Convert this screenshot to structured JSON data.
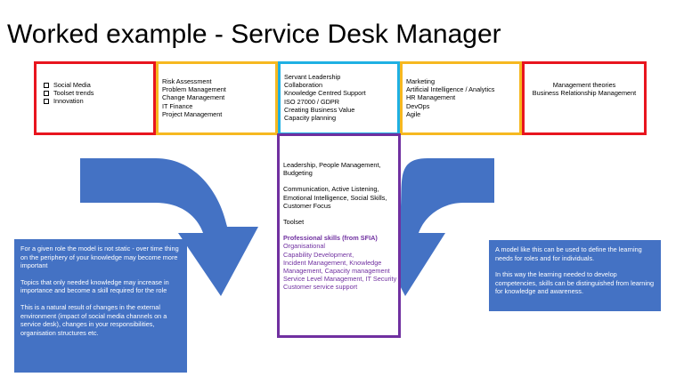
{
  "title": "Worked example - Service Desk Manager",
  "boxes": {
    "red_left": {
      "items": [
        "Social Media",
        "Toolset trends",
        "Innovation"
      ],
      "color": "#e8151e"
    },
    "yellow_left": {
      "items": [
        "Risk Assessment",
        "Problem Management",
        "Change Management",
        "IT Finance",
        "Project Management"
      ],
      "color": "#f6b820"
    },
    "blue_center": {
      "items": [
        "Servant Leadership",
        "Collaboration",
        "Knowledge Centred Support",
        "ISO 27000 / GDPR",
        "Creating Business Value",
        "Capacity planning"
      ],
      "color": "#1fb0e3"
    },
    "yellow_right": {
      "items": [
        "Marketing",
        "Artificial Intelligence / Analytics",
        "HR Management",
        "DevOps",
        "Agile"
      ],
      "color": "#f6b820"
    },
    "red_right": {
      "items": [
        "Management theories",
        "Business Relationship Management"
      ],
      "color": "#e8151e"
    },
    "purple_center": {
      "color": "#7030a0",
      "para1": "Leadership, People Management, Budgeting",
      "para2": "Communication, Active Listening, Emotional Intelligence, Social Skills, Customer Focus",
      "para3": "Toolset",
      "skills_heading": "Professional skills (from SFIA)",
      "skills": [
        "Organisational",
        "Capability Development,",
        "Incident Management, Knowledge Management, Capacity management",
        "Service Level Management, IT Security",
        "Customer service support"
      ]
    }
  },
  "notes": {
    "left": {
      "p1": "For a given role the model is not static - over time thing on the periphery of your knowledge may become more important",
      "p2": "Topics that only needed knowledge may increase in importance and become a skill required for the role",
      "p3": "This is a natural result of changes in the external environment (impact of social media channels on a service desk), changes in your responsibilities, organisation structures etc."
    },
    "right": {
      "p1": "A model like this can be used to define the learning needs for roles and for individuals.",
      "p2": "In this way the learning needed to develop competencies, skills can be distinguished from learning for knowledge and awareness."
    }
  },
  "colors": {
    "arrow": "#4472c4",
    "note_bg": "#4472c4"
  }
}
